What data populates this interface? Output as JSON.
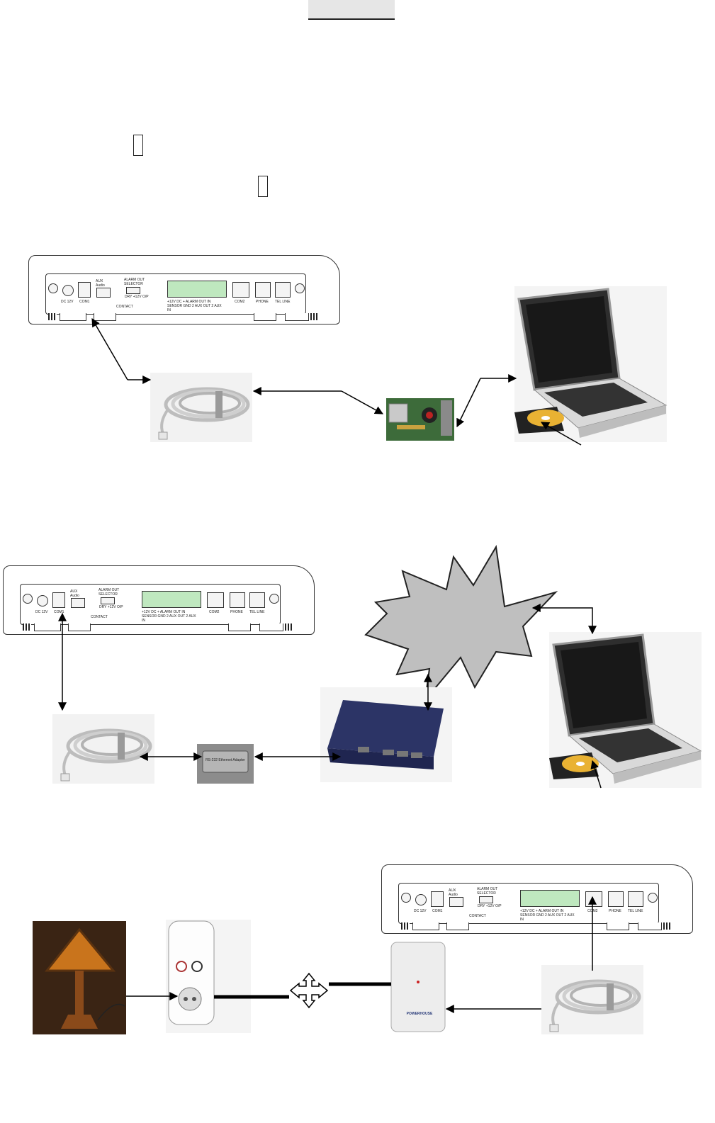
{
  "router_labels": {
    "dc": "DC 12V",
    "com1": "COM1",
    "aux_audio": "AUX Audio",
    "alarm_selector": "ALARM OUT SELECTOR",
    "contact": "CONTACT",
    "dry_12v": "DRY  +12V O/P",
    "terminal_labels": "+12V DC   +  ALARM OUT   IN  SENSOR  GND   2   AUX OUT   2   AUX IN",
    "com2": "COM2",
    "phone": "PHONE",
    "tel_line": "TEL LINE"
  },
  "ethernet_adapter_label": "RS-232 Ethernet Adapter",
  "powerhouse_label": "POWERHOUSE",
  "icons": [
    "router-device-icon",
    "cable-coil-icon",
    "serial-adapter-icon",
    "laptop-icon",
    "internet-cloud-icon",
    "network-switch-icon",
    "lamp-icon",
    "x10-appliance-module-icon",
    "x10-interface-icon",
    "four-way-arrow-icon"
  ]
}
